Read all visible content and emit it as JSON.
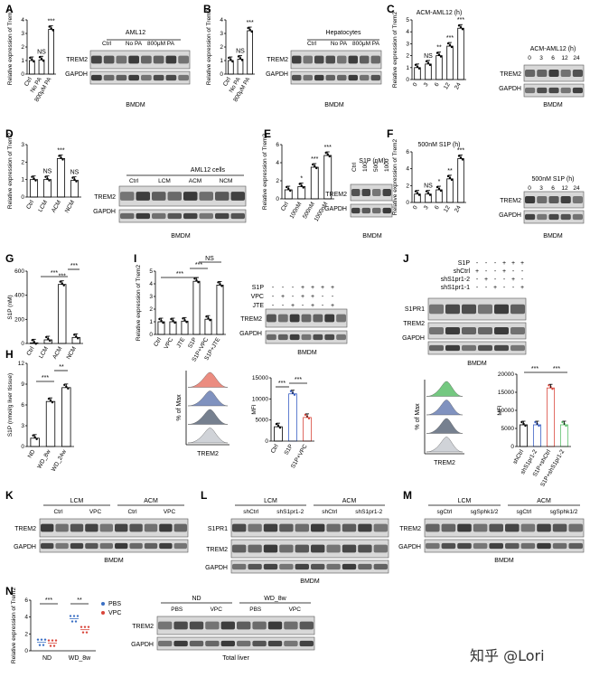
{
  "panels": [
    "A",
    "B",
    "C",
    "D",
    "E",
    "F",
    "G",
    "H",
    "I",
    "J",
    "K",
    "L",
    "M",
    "N"
  ],
  "common": {
    "bmdm": "BMDM",
    "trem2": "TREM2",
    "gapdh": "GAPDH",
    "ylabel_rel": "Relative expression of Trem2",
    "total_liver": "Total liver"
  },
  "A": {
    "header": "AML12",
    "lanes": [
      "Ctrl",
      "No PA",
      "800μM PA"
    ],
    "x": [
      "Ctrl",
      "No PA",
      "800μM PA"
    ],
    "values": [
      1.0,
      1.05,
      3.3
    ],
    "sig": [
      "",
      "NS",
      "***"
    ]
  },
  "B": {
    "header": "Hepatocytes",
    "lanes": [
      "Ctrl",
      "No PA",
      "800μM PA"
    ],
    "x": [
      "Ctrl",
      "No PA",
      "800μM PA"
    ],
    "values": [
      1.0,
      1.1,
      3.2
    ],
    "sig": [
      "",
      "NS",
      "***"
    ]
  },
  "C": {
    "title": "ACM-AML12 (h)",
    "x": [
      "0",
      "3",
      "6",
      "12",
      "24"
    ],
    "values": [
      1.0,
      1.3,
      2.0,
      2.8,
      4.3
    ],
    "sig": [
      "",
      "NS",
      "**",
      "***",
      "***"
    ],
    "blot_header": "ACM-AML12 (h)",
    "lanes": [
      "0",
      "3",
      "6",
      "12",
      "24"
    ]
  },
  "D": {
    "header": "AML12 cells",
    "lanes": [
      "Ctrl",
      "LCM",
      "ACM",
      "NCM"
    ],
    "x": [
      "Ctrl",
      "LCM",
      "ACM",
      "NCM"
    ],
    "values": [
      1.0,
      1.0,
      2.2,
      0.95
    ],
    "sig": [
      "",
      "NS",
      "***",
      "NS"
    ]
  },
  "E": {
    "header": "S1P (nM)",
    "lanes": [
      "Ctrl",
      "100",
      "500",
      "1000"
    ],
    "x": [
      "Ctrl",
      "100nM",
      "500nM",
      "1000nM"
    ],
    "values": [
      1.0,
      1.35,
      3.5,
      4.8
    ],
    "sig": [
      "",
      "*",
      "***",
      "***"
    ]
  },
  "F": {
    "title": "500nM S1P (h)",
    "x": [
      "0",
      "3",
      "6",
      "12",
      "24"
    ],
    "values": [
      1.0,
      1.0,
      1.5,
      2.8,
      5.2
    ],
    "sig": [
      "",
      "NS",
      "*",
      "**",
      "***"
    ],
    "blot_header": "500nM S1P (h)",
    "lanes": [
      "0",
      "3",
      "6",
      "12",
      "24"
    ]
  },
  "G": {
    "ylabel": "S1P (nM)",
    "x": [
      "Ctrl",
      "LCM",
      "ACM",
      "NCM"
    ],
    "values": [
      5,
      30,
      490,
      50
    ],
    "sig": [
      "***",
      "***"
    ]
  },
  "H": {
    "ylabel": "S1P (nmol/g liver tissue)",
    "x": [
      "ND",
      "WD_8w",
      "WD_24w"
    ],
    "values": [
      1.2,
      6.5,
      8.5
    ],
    "sig": [
      "***",
      "**"
    ]
  },
  "I": {
    "x": [
      "Ctrl",
      "VPC",
      "JTE",
      "S1P",
      "S1P+VPC",
      "S1P+JTE"
    ],
    "values": [
      1.0,
      1.0,
      1.05,
      4.2,
      1.2,
      3.9
    ],
    "sig": [
      "***",
      "***",
      "NS"
    ],
    "rows": [
      {
        "name": "S1P",
        "v": [
          "-",
          "-",
          "-",
          "+",
          "+",
          "+",
          "+"
        ]
      },
      {
        "name": "VPC",
        "v": [
          "-",
          "+",
          "-",
          "+",
          "+",
          "-",
          "-"
        ]
      },
      {
        "name": "JTE",
        "v": [
          "-",
          "-",
          "+",
          "-",
          "+",
          "-",
          "+"
        ]
      }
    ],
    "flow": {
      "xlabel": "TREM2",
      "ylabel": "% of Max",
      "mfi_label": "MFI",
      "mfi_x": [
        "Ctrl",
        "S1P",
        "S1P+VPC"
      ],
      "mfi": [
        3400,
        11200,
        5600
      ]
    }
  },
  "J": {
    "rows": [
      {
        "name": "S1P",
        "v": [
          "-",
          "-",
          "-",
          "+",
          "+",
          "+"
        ]
      },
      {
        "name": "shCtrl",
        "v": [
          "+",
          "-",
          "-",
          "+",
          "-",
          "-"
        ]
      },
      {
        "name": "shS1pr1-2",
        "v": [
          "-",
          "+",
          "-",
          "-",
          "+",
          "-"
        ]
      },
      {
        "name": "shS1pr1-1",
        "v": [
          "-",
          "-",
          "+",
          "-",
          "-",
          "+"
        ]
      }
    ],
    "blots": [
      "S1PR1",
      "TREM2",
      "GAPDH"
    ],
    "flow": {
      "xlabel": "TREM2",
      "ylabel": "% of Max",
      "mfi_label": "MFI",
      "mfi_x": [
        "shCtrl",
        "shS1pr1-2",
        "S1P+shCtrl",
        "S1P+shS1pr1-2"
      ],
      "mfi": [
        6000,
        6000,
        16200,
        6000
      ]
    }
  },
  "K": {
    "groups": [
      "LCM",
      "ACM"
    ],
    "sub": [
      "Ctrl",
      "VPC",
      "Ctrl",
      "VPC"
    ],
    "blots": [
      "TREM2",
      "GAPDH"
    ]
  },
  "L": {
    "groups": [
      "LCM",
      "ACM"
    ],
    "sub": [
      "shCtrl",
      "shS1pr1-2",
      "shCtrl",
      "shS1pr1-2"
    ],
    "blots": [
      "S1PR1",
      "TREM2",
      "GAPDH"
    ]
  },
  "M": {
    "groups": [
      "LCM",
      "ACM"
    ],
    "sub": [
      "sgCtrl",
      "sgSphk1/2",
      "sgCtrl",
      "sgSphk1/2"
    ],
    "blots": [
      "TREM2",
      "GAPDH"
    ]
  },
  "N": {
    "x": [
      "ND",
      "WD_8w"
    ],
    "series": [
      {
        "name": "PBS",
        "values": [
          1.0,
          3.8
        ]
      },
      {
        "name": "VPC",
        "values": [
          0.9,
          2.5
        ]
      }
    ],
    "sig": [
      "***",
      "**"
    ],
    "legend": [
      "PBS",
      "VPC"
    ],
    "groups": [
      "ND",
      "WD_8w"
    ],
    "sub": [
      "PBS",
      "VPC",
      "PBS",
      "VPC"
    ],
    "blots": [
      "TREM2",
      "GAPDH"
    ]
  },
  "watermark": "知乎 @Lori",
  "colors": {
    "pbs": "#3a6fc4",
    "vpc": "#d9463b",
    "ctrlbar": "#2e2e2e",
    "acm": "#e8514b",
    "green": "#5cbf6b",
    "gray": "#5f6b7c",
    "blue": "#3a5fc4"
  }
}
